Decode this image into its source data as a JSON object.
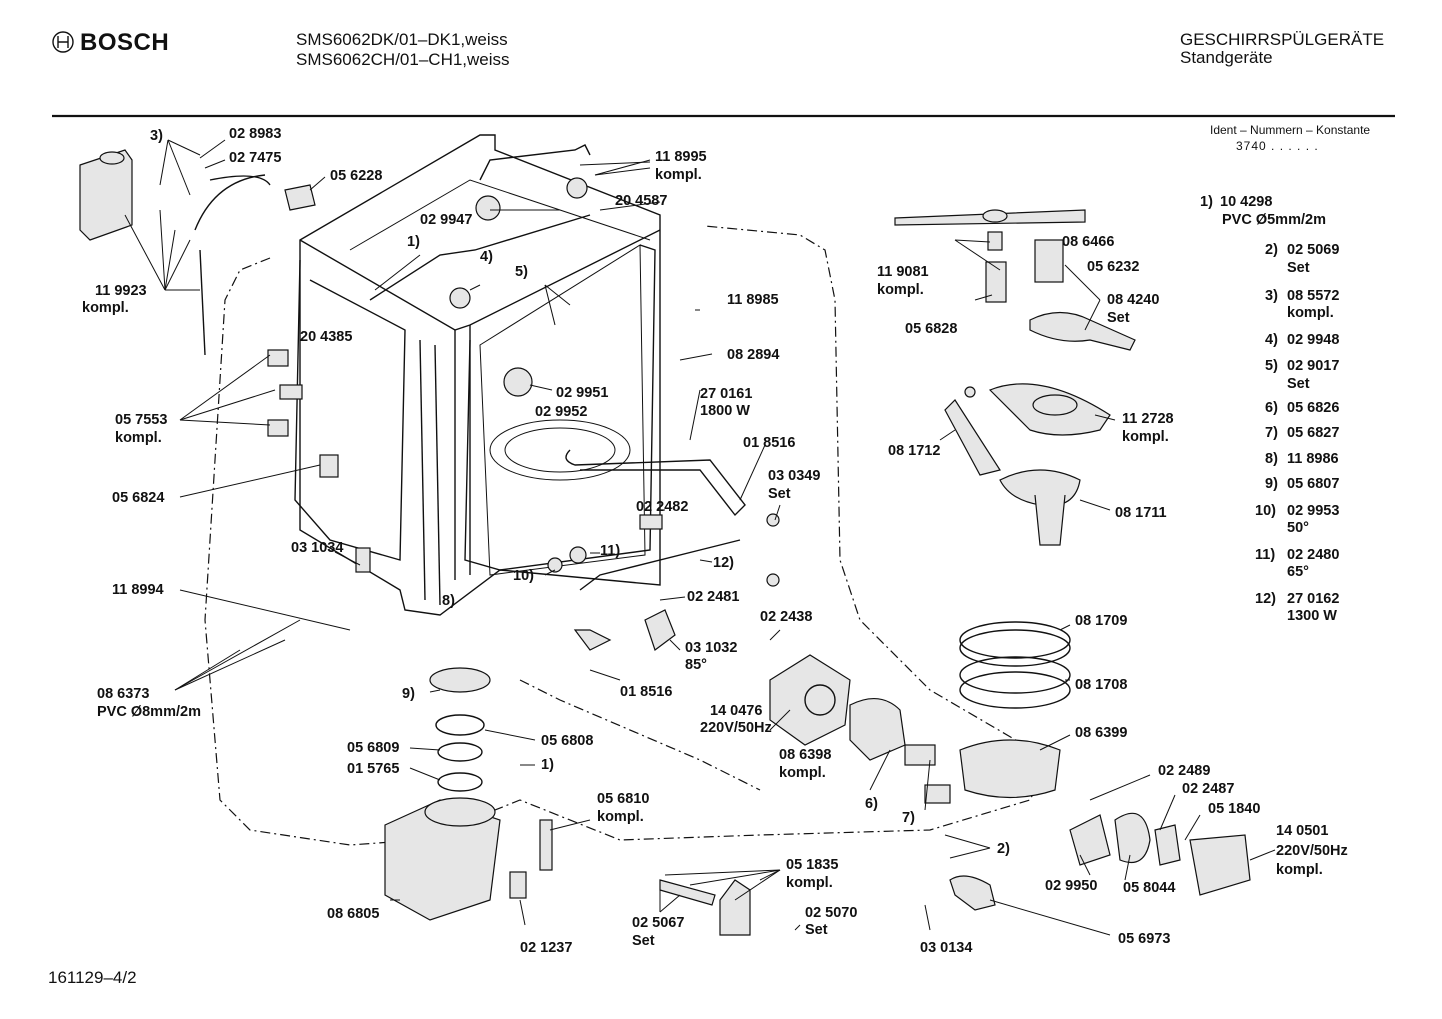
{
  "header": {
    "brand": "BOSCH",
    "model_line_1": "SMS6062DK/01–DK1,weiss",
    "model_line_2": "SMS6062CH/01–CH1,weiss",
    "category_1": "GESCHIRRSPÜLGERÄTE",
    "category_2": "Standgeräte"
  },
  "ident": {
    "title": "Ident – Nummern – Konstante",
    "value": "3740 . . . . . ."
  },
  "footer": {
    "doc_number": "161129–4/2"
  },
  "legend": [
    {
      "key": "1)",
      "line1": "10 4298",
      "line2": "PVC Ø5mm/2m"
    },
    {
      "key": "2)",
      "line1": "02 5069",
      "line2": "Set"
    },
    {
      "key": "3)",
      "line1": "08 5572",
      "line2": "kompl."
    },
    {
      "key": "4)",
      "line1": "02 9948",
      "line2": ""
    },
    {
      "key": "5)",
      "line1": "02 9017",
      "line2": "Set"
    },
    {
      "key": "6)",
      "line1": "05 6826",
      "line2": ""
    },
    {
      "key": "7)",
      "line1": "05 6827",
      "line2": ""
    },
    {
      "key": "8)",
      "line1": "11 8986",
      "line2": ""
    },
    {
      "key": "9)",
      "line1": "05 6807",
      "line2": ""
    },
    {
      "key": "10)",
      "line1": "02 9953",
      "line2": "50°"
    },
    {
      "key": "11)",
      "line1": "02 2480",
      "line2": "65°"
    },
    {
      "key": "12)",
      "line1": "27 0162",
      "line2": "1300 W"
    }
  ],
  "parts": {
    "p028983": "02 8983",
    "p027475": "02 7475",
    "p3": "3)",
    "p056228": "05 6228",
    "p118995": "11 8995",
    "p118995k": "kompl.",
    "p029947": "02 9947",
    "p204587": "20 4587",
    "p1a": "1)",
    "p4": "4)",
    "p5": "5)",
    "p119923": "11 9923",
    "p119923k": "kompl.",
    "p204385": "20 4385",
    "p118985": "11 8985",
    "p082894": "08 2894",
    "p029951": "02 9951",
    "p029952": "02 9952",
    "p270161": "27 0161",
    "p270161w": "1800 W",
    "p057553": "05 7553",
    "p057553k": "kompl.",
    "p018516a": "01 8516",
    "p056824": "05 6824",
    "p030349": "03 0349",
    "p030349s": "Set",
    "p022482": "02 2482",
    "p031034": "03 1034",
    "p11": "11)",
    "p12": "12)",
    "p10": "10)",
    "p118994": "11 8994",
    "p8": "8)",
    "p022481": "02 2481",
    "p022438": "02 2438",
    "p031032": "03 1032",
    "p031032t": "85°",
    "p086373": "08 6373",
    "p086373p": "PVC Ø8mm/2m",
    "p9": "9)",
    "p018516b": "01 8516",
    "p140476": "14 0476",
    "p140476v": "220V/50Hz",
    "p056809": "05 6809",
    "p056808": "05 6808",
    "p015765": "01 5765",
    "p1b": "1)",
    "p086398": "08 6398",
    "p086398k": "kompl.",
    "p6": "6)",
    "p7": "7)",
    "p056810": "05 6810",
    "p056810k": "kompl.",
    "p051835": "05 1835",
    "p051835k": "kompl.",
    "p086805": "08 6805",
    "p025067": "02 5067",
    "p025067s": "Set",
    "p025070": "02 5070",
    "p025070s": "Set",
    "p021237": "02 1237",
    "p086466": "08 6466",
    "p119081": "11 9081",
    "p119081k": "kompl.",
    "p056232": "05 6232",
    "p084240": "08 4240",
    "p084240s": "Set",
    "p056828": "05 6828",
    "p112728": "11 2728",
    "p112728k": "kompl.",
    "p081712": "08 1712",
    "p081711": "08 1711",
    "p081709": "08 1709",
    "p081708": "08 1708",
    "p086399": "08 6399",
    "p022489": "02 2489",
    "p022487": "02 2487",
    "p051840": "05 1840",
    "p140501": "14 0501",
    "p140501v": "220V/50Hz",
    "p140501k": "kompl.",
    "p2": "2)",
    "p029950": "02 9950",
    "p058044": "05 8044",
    "p030134": "03 0134",
    "p056973": "05 6973"
  }
}
